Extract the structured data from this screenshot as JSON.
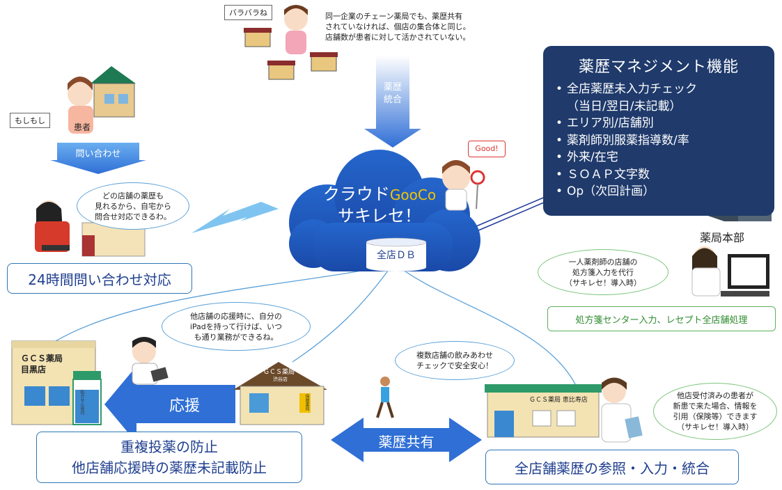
{
  "top": {
    "comment_label": "バラバラね",
    "note": "同一企業のチェーン薬局でも、薬歴共有\nされていなければ、個店の集合体と同じ。\n店舗数が患者に対して活かされていない。",
    "integrate_label": "薬歴\n統合"
  },
  "patient": {
    "speech": "もしもし",
    "label": "患者",
    "inquiry_label": "問い合わせ"
  },
  "staff_bubble": "どの店舗の薬歴も\n見れるから、自宅から\n問合せ対応できるわ。",
  "box_24h": "24時間問い合わせ対応",
  "cloud": {
    "title_line1_a": "クラウド",
    "title_line1_b": "GooCo",
    "title_line2": "サキレセ！",
    "db_label": "全店ＤＢ",
    "good_label": "Good!"
  },
  "management": {
    "title": "薬歴マネジメント機能",
    "items": [
      "全店薬歴未入力チェック",
      "（当日/翌日/未記載）",
      "エリア別/店舗別",
      "薬剤師別服薬指導数/率",
      "外来/在宅",
      "ＳＯＡＰ文字数",
      "Op（次回計画）"
    ]
  },
  "hq_label": "薬局本部",
  "center": {
    "bubble": "一人薬剤師の店舗の\n処方箋入力を代行\n（サキレセ！導入時）",
    "box": "処方箋センター入力、レセプト全店舗処理"
  },
  "support": {
    "bubble": "他店舗の応援時に、自分の\niPadを持って行けば、いつ\nも通り業務ができるね。",
    "arrow_label": "応援",
    "store_meguro_name": "ＧＣＳ薬局",
    "store_meguro_branch": "目黒店",
    "store_shibuya_name": "ＧＣＳ薬局",
    "store_shibuya_branch": "渋谷店",
    "sign_a": "処方せん受付",
    "sign_b": "保険薬局",
    "box_line1": "重複投薬の防止",
    "box_line2": "他店舗応援時の薬歴未記載防止"
  },
  "share": {
    "bubble": "複数店舗の飲みあわせ\nチェックで安全安心！",
    "arrow_label": "薬歴共有"
  },
  "ebisu": {
    "store_name": "ＧＣＳ薬局",
    "store_branch": "恵比寿店",
    "bubble": "他店受付済みの患者が\n新患で来た場合、情報を\n引用（保険等）できます\n（サキレセ！導入時）",
    "box": "全店舗薬歴の参照・入力・統合"
  }
}
